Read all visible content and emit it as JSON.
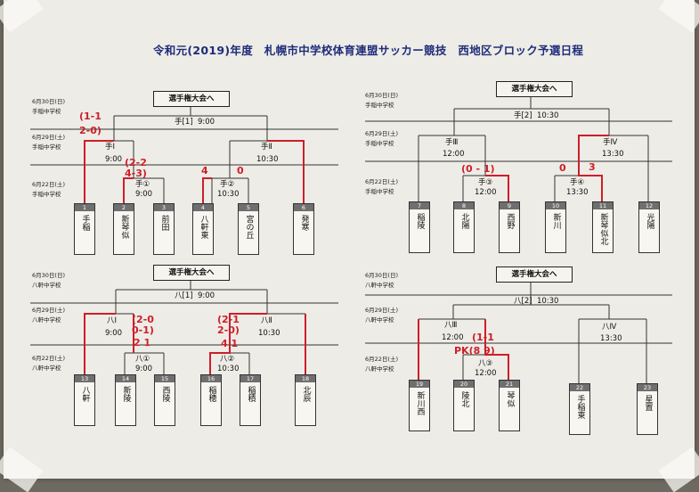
{
  "title": "令和元(2019)年度　札幌市中学校体育連盟サッカー競技　西地区ブロック予選日程",
  "brackets": [
    {
      "title": "選手権大会へ",
      "dates": [
        {
          "date": "6月30日(日)",
          "venue": "手稲中学校"
        },
        {
          "date": "6月29日(土)",
          "venue": "手稲中学校"
        },
        {
          "date": "6月22日(土)",
          "venue": "手稲中学校"
        }
      ],
      "final": {
        "name": "手[1]",
        "time": "9:00"
      },
      "semis": [
        {
          "name": "手Ⅰ",
          "time": "9:00"
        },
        {
          "name": "手Ⅱ",
          "time": "10:30"
        }
      ],
      "firsts": [
        {
          "name": "手①",
          "time": "9:00"
        },
        {
          "name": "手②",
          "time": "10:30"
        }
      ],
      "teams": [
        {
          "num": "1",
          "name": "手稲"
        },
        {
          "num": "2",
          "name": "新琴似"
        },
        {
          "num": "3",
          "name": "前田"
        },
        {
          "num": "4",
          "name": "八軒東"
        },
        {
          "num": "5",
          "name": "宮の丘"
        },
        {
          "num": "6",
          "name": "発寒"
        }
      ],
      "handwritten": [
        "(1-1",
        "2-0)",
        "(2-2",
        "4-3)",
        "4",
        "0"
      ]
    },
    {
      "title": "選手権大会へ",
      "dates": [
        {
          "date": "6月30日(日)",
          "venue": "手稲中学校"
        },
        {
          "date": "6月29日(土)",
          "venue": "手稲中学校"
        },
        {
          "date": "6月22日(土)",
          "venue": "手稲中学校"
        }
      ],
      "final": {
        "name": "手[2]",
        "time": "10:30"
      },
      "semis": [
        {
          "name": "手Ⅲ",
          "time": "12:00"
        },
        {
          "name": "手Ⅳ",
          "time": "13:30"
        }
      ],
      "firsts": [
        {
          "name": "手③",
          "time": "12:00"
        },
        {
          "name": "手④",
          "time": "13:30"
        }
      ],
      "teams": [
        {
          "num": "7",
          "name": "稲陵"
        },
        {
          "num": "8",
          "name": "北陽"
        },
        {
          "num": "9",
          "name": "西野"
        },
        {
          "num": "10",
          "name": "新川"
        },
        {
          "num": "11",
          "name": "新琴似北"
        },
        {
          "num": "12",
          "name": "光陽"
        }
      ],
      "handwritten": [
        "(0 - 1)",
        "0",
        "3"
      ]
    },
    {
      "title": "選手権大会へ",
      "dates": [
        {
          "date": "6月30日(日)",
          "venue": "八軒中学校"
        },
        {
          "date": "6月29日(土)",
          "venue": "八軒中学校"
        },
        {
          "date": "6月22日(土)",
          "venue": "八軒中学校"
        }
      ],
      "final": {
        "name": "八[1]",
        "time": "9:00"
      },
      "semis": [
        {
          "name": "八Ⅰ",
          "time": "9:00"
        },
        {
          "name": "八Ⅱ",
          "time": "10:30"
        }
      ],
      "firsts": [
        {
          "name": "八①",
          "time": "9:00"
        },
        {
          "name": "八②",
          "time": "10:30"
        }
      ],
      "teams": [
        {
          "num": "13",
          "name": "八軒"
        },
        {
          "num": "14",
          "name": "新陵"
        },
        {
          "num": "15",
          "name": "西陵"
        },
        {
          "num": "16",
          "name": "稲穂"
        },
        {
          "num": "17",
          "name": "稲積"
        },
        {
          "num": "18",
          "name": "北辰"
        }
      ],
      "handwritten": [
        "(2-0",
        "0-1)",
        "2 1",
        "(2-1",
        "2-0)",
        "4 1"
      ]
    },
    {
      "title": "選手権大会へ",
      "dates": [
        {
          "date": "6月30日(日)",
          "venue": "八軒中学校"
        },
        {
          "date": "6月29日(土)",
          "venue": "八軒中学校"
        },
        {
          "date": "6月22日(土)",
          "venue": "八軒中学校"
        }
      ],
      "final": {
        "name": "八[2]",
        "time": "10:30"
      },
      "semis": [
        {
          "name": "八Ⅲ",
          "time": "12:00"
        },
        {
          "name": "八Ⅳ",
          "time": "13:30"
        }
      ],
      "firsts": [
        {
          "name": "八③",
          "time": "12:00"
        }
      ],
      "teams": [
        {
          "num": "19",
          "name": "新川西"
        },
        {
          "num": "20",
          "name": "陵北"
        },
        {
          "num": "21",
          "name": "琴似"
        },
        {
          "num": "22",
          "name": "手稲東"
        },
        {
          "num": "23",
          "name": "星置"
        }
      ],
      "handwritten": [
        "(1-1",
        "PK(8 9)"
      ]
    }
  ]
}
